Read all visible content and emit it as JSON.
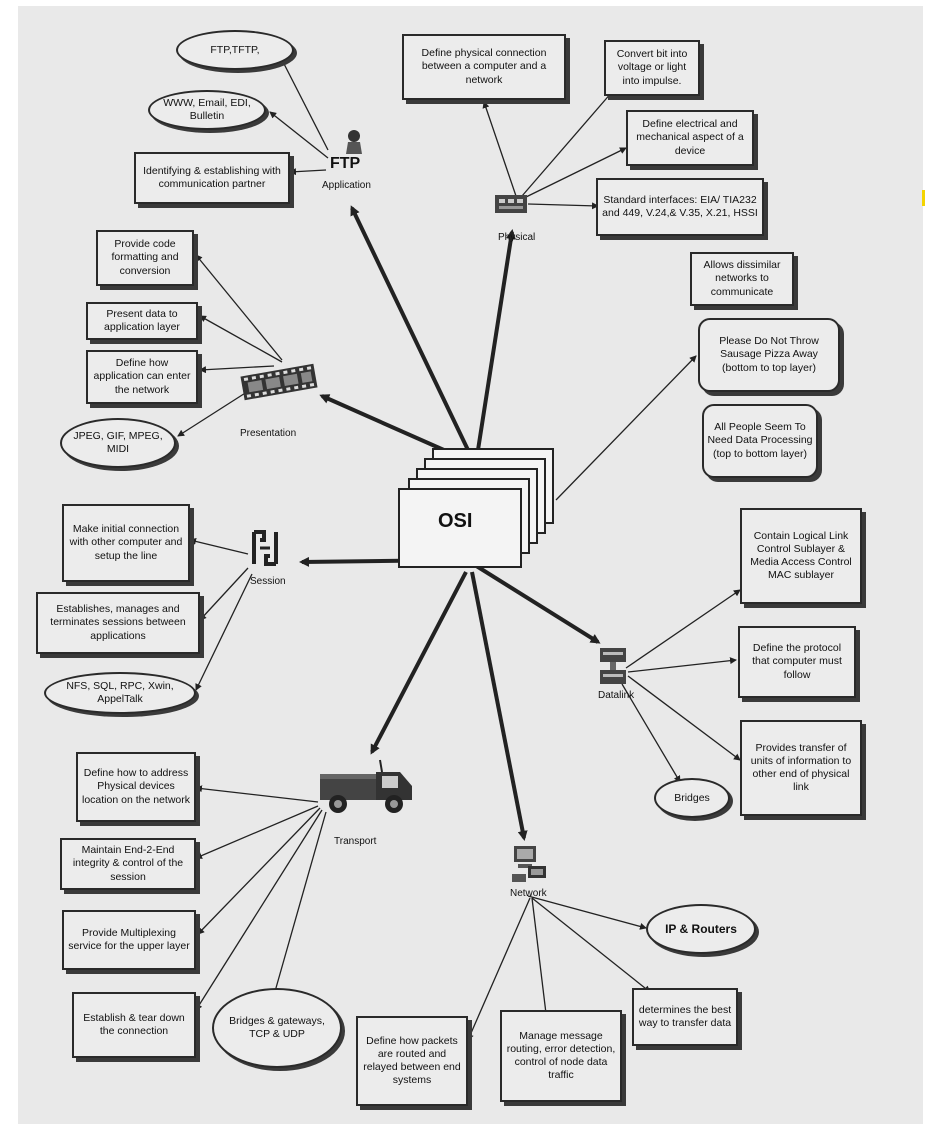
{
  "center": {
    "title": "OSI"
  },
  "layers": {
    "application": {
      "label": "Application",
      "icon": "ftp-icon",
      "icon_text": "FTP"
    },
    "physical": {
      "label": "Physical",
      "icon": "circuit-board-icon"
    },
    "presentation": {
      "label": "Presentation",
      "icon": "film-strip-icon"
    },
    "session": {
      "label": "Session",
      "icon": "session-icon"
    },
    "datalink": {
      "label": "Datalink",
      "icon": "stacked-devices-icon"
    },
    "transport": {
      "label": "Transport",
      "icon": "truck-icon"
    },
    "network": {
      "label": "Network",
      "icon": "network-computer-icon"
    }
  },
  "notes": {
    "app_ftp": "FTP,TFTP,",
    "app_www": "WWW, Email, EDI, Bulletin",
    "app_identify": "Identifying & establishing with communication partner",
    "phy_define": "Define physical connection between a computer and a network",
    "phy_convert": "Convert bit into voltage or light into impulse.",
    "phy_electrical": "Define electrical and mechanical aspect of a device",
    "phy_standard": "Standard interfaces: EIA/ TIA232 and 449, V.24,& V.35, X.21, HSSI",
    "pre_code": "Provide code formatting and conversion",
    "pre_present": "Present data to application layer",
    "pre_define": "Define how application can enter the network",
    "pre_formats": "JPEG, GIF, MPEG, MIDI",
    "osi_dissimilar": "Allows dissimilar networks to communicate",
    "osi_please": "Please Do Not Throw Sausage Pizza Away (bottom to top layer)",
    "osi_all": "All People Seem To Need Data Processing (top to bottom layer)",
    "ses_initial": "Make initial connection with other computer and setup the line",
    "ses_establish": "Establishes, manages and terminates sessions between applications",
    "ses_protocols": "NFS, SQL, RPC, Xwin, AppelTalk",
    "dl_llc": "Contain Logical Link Control Sublayer & Media Access Control MAC sublayer",
    "dl_protocol": "Define the protocol that computer must follow",
    "dl_transfer": "Provides transfer of units of information to other end of physical link",
    "dl_bridges": "Bridges",
    "tr_address": "Define how to address Physical devices location on the network",
    "tr_maintain": "Maintain End-2-End integrity & control of the session",
    "tr_multiplex": "Provide Multiplexing service for the upper layer",
    "tr_establish": "Establish & tear down the connection",
    "tr_bridges": "Bridges & gateways, TCP & UDP",
    "net_ip": "IP & Routers",
    "net_packets": "Define how packets are routed and relayed between end systems",
    "net_manage": "Manage message routing, error detection, control of node data traffic",
    "net_best": "determines the best way to transfer data"
  },
  "colors": {
    "paper": "#e9e9e9",
    "ink": "#222222",
    "accent": "#f4d400"
  }
}
